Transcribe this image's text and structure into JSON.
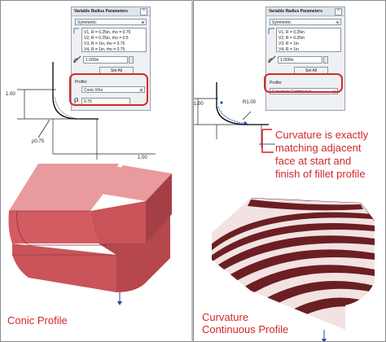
{
  "left": {
    "dialog": {
      "title": "Variable Radius Parameters",
      "mode": "Symmetric",
      "list": [
        "V1, R = 0.25in, rho = 0.75",
        "V2, R = 0.25in, rho = 0.5",
        "V3, R = 1in, rho = 0.75",
        "V4, R = 1in, rho = 0.75"
      ],
      "radius_value": "1.000in",
      "set_all_label": "Set All",
      "profile_label": "Profile:",
      "profile_value": "Conic Rho",
      "rho_value": "0.75"
    },
    "dims": {
      "vertical": "1.00",
      "horizontal": "1.00",
      "rho": "ρ0.75"
    },
    "caption": "Conic Profile"
  },
  "right": {
    "dialog": {
      "title": "Variable Radius Parameters",
      "mode": "Symmetric",
      "list": [
        "V1, R = 0.25in",
        "V2, R = 0.25in",
        "V3, R = 1in",
        "V4, R = 1in"
      ],
      "radius_value": "1.000in",
      "set_all_label": "Set All",
      "profile_label": "Profile:",
      "profile_value": "Curvature Continuous"
    },
    "dims": {
      "vertical": "1.00",
      "radius": "R1.00"
    },
    "annotation": [
      "Curvature is exactly",
      "matching adjacent",
      "face at start and",
      "finish of fillet profile"
    ],
    "caption": [
      "Curvature",
      "Continuous Profile"
    ]
  },
  "colors": {
    "accent": "#d2272a",
    "part_face": "#d9676c",
    "part_dark": "#9c3a40",
    "zebra_dark": "#6b1f23",
    "zebra_light": "#f2e2e2"
  },
  "icons": [
    "radius-icon",
    "vertex-icon",
    "rho-icon",
    "dropdown-arrow-icon"
  ]
}
